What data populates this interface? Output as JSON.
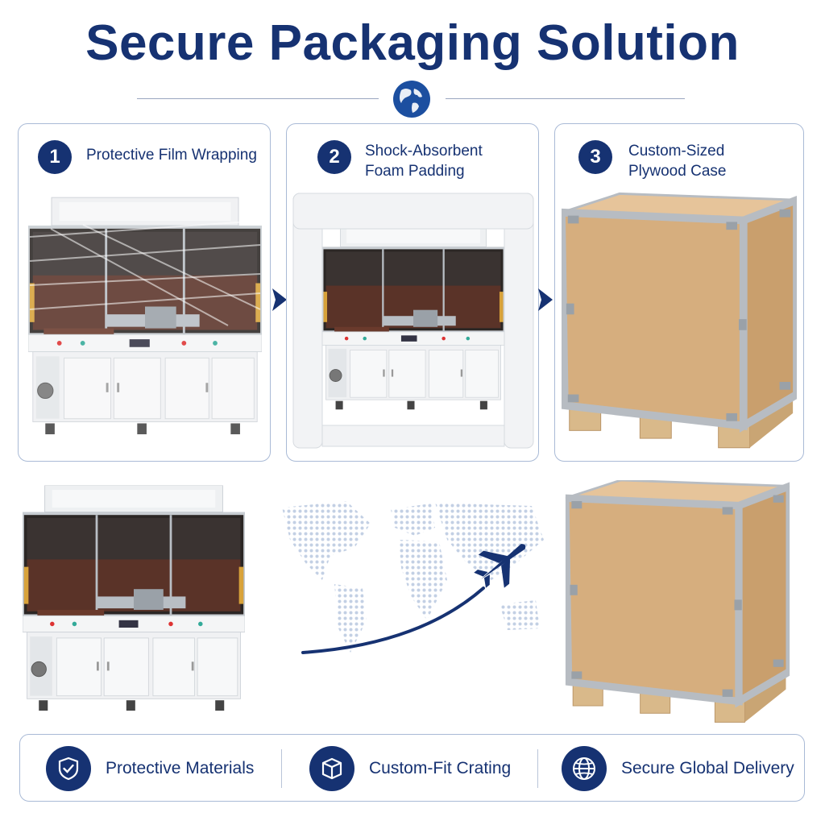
{
  "header": {
    "title": "Secure Packaging Solution",
    "globe_icon": "globe-icon"
  },
  "steps": [
    {
      "number": "1",
      "label": "Protective Film Wrapping"
    },
    {
      "number": "2",
      "label_line1": "Shock-Absorbent",
      "label_line2": "Foam Padding"
    },
    {
      "number": "3",
      "label_line1": "Custom-Sized",
      "label_line2": "Plywood Case"
    }
  ],
  "shipping": {
    "icons": [
      "airplane-icon",
      "world-map"
    ]
  },
  "features": [
    {
      "label": "Protective Materials",
      "icon": "shield-check-icon"
    },
    {
      "label": "Custom-Fit Crating",
      "icon": "box-icon"
    },
    {
      "label": "Secure Global Delivery",
      "icon": "globe-icon"
    }
  ],
  "colors": {
    "brand_navy": "#163272",
    "border_blue": "#a9bad6",
    "plywood": "#d6ae7e",
    "crate_frame": "#b7bcc2",
    "foam": "#f2f3f5"
  }
}
